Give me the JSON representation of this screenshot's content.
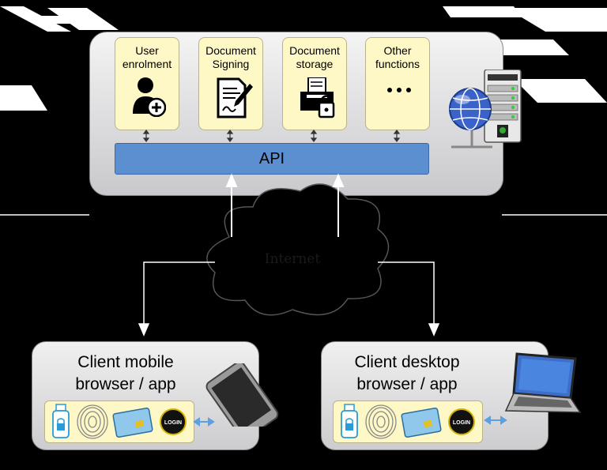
{
  "functions": [
    {
      "label": "User\nenrolment",
      "icon": "user-add-icon"
    },
    {
      "label": "Document\nSigning",
      "icon": "document-sign-icon"
    },
    {
      "label": "Document\nstorage",
      "icon": "document-storage-icon"
    },
    {
      "label": "Other\nfunctions",
      "icon": "ellipsis-icon"
    }
  ],
  "api": {
    "label": "API"
  },
  "network": {
    "label": "Internet"
  },
  "clients": [
    {
      "title": "Client mobile\nbrowser / app",
      "device_icon": "smartphone-icon"
    },
    {
      "title": "Client desktop\nbrowser / app",
      "device_icon": "laptop-icon"
    }
  ],
  "auth_methods": {
    "items": [
      "usb-token-icon",
      "fingerprint-icon",
      "smart-card-icon",
      "login-icon"
    ],
    "login_label": "LOGIN"
  },
  "colors": {
    "function_bg": "#fdf8c6",
    "api_bg": "#5b8fd0",
    "panel_bg": "#e6e6e9",
    "background": "#000000"
  }
}
